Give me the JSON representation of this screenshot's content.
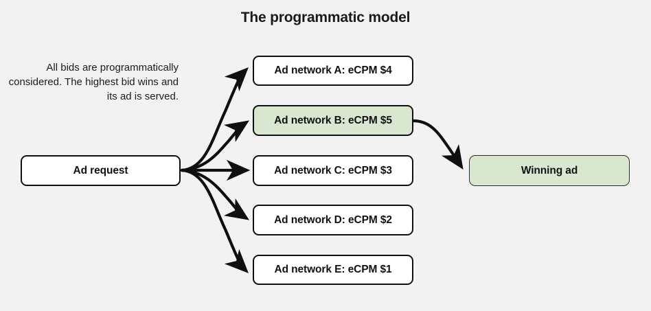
{
  "diagram": {
    "title": "The programmatic model",
    "background_color": "#f2f2f2",
    "note": "All bids are programmatically considered. The highest bid wins and its ad is served.",
    "source_node": {
      "label": "Ad request",
      "fill": "#ffffff"
    },
    "bid_nodes": [
      {
        "label": "Ad network A: eCPM $4",
        "network": "A",
        "ecpm": 4,
        "fill": "#ffffff",
        "winner": false
      },
      {
        "label": "Ad network B: eCPM $5",
        "network": "B",
        "ecpm": 5,
        "fill": "#d9e7d0",
        "winner": true
      },
      {
        "label": "Ad network C: eCPM $3",
        "network": "C",
        "ecpm": 3,
        "fill": "#ffffff",
        "winner": false
      },
      {
        "label": "Ad network D: eCPM $2",
        "network": "D",
        "ecpm": 2,
        "fill": "#ffffff",
        "winner": false
      },
      {
        "label": "Ad network E: eCPM $1",
        "network": "E",
        "ecpm": 1,
        "fill": "#ffffff",
        "winner": false
      }
    ],
    "result_node": {
      "label": "Winning ad",
      "fill": "#d9e7d0"
    },
    "colors": {
      "stroke": "#0f0f0f",
      "text": "#111111",
      "highlight": "#d9e7d0",
      "canvas": "#f2f2f2"
    }
  }
}
